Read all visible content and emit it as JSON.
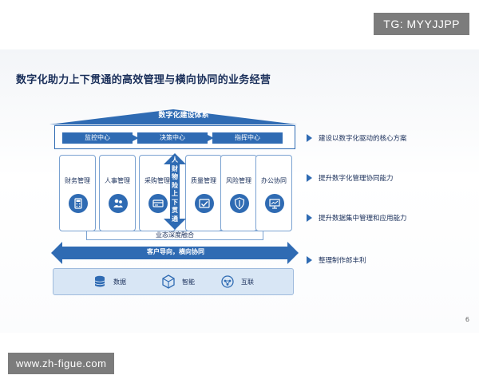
{
  "watermark_top": "TG: MYYJJPP",
  "watermark_bottom": "www.zh-figue.com",
  "title": "数字化助力上下贯通的高效管理与横向协同的业务经营",
  "roof_label": "数字化建设体系",
  "centers": [
    "监控中心",
    "决策中心",
    "指挥中心"
  ],
  "pillars": [
    {
      "label": "财务管理",
      "icon": "calculator-icon"
    },
    {
      "label": "人事管理",
      "icon": "people-icon"
    },
    {
      "label": "采购管理",
      "icon": "card-icon"
    },
    {
      "label": "质量管理",
      "icon": "quality-icon"
    },
    {
      "label": "风险管理",
      "icon": "shield-icon"
    },
    {
      "label": "办公协同",
      "icon": "presentation-icon"
    }
  ],
  "vertical_arrow_label": "人财物险上下贯通",
  "fusion_label": "业态深度融合",
  "horizontal_arrow_label": "客户导向，横向协同",
  "base": [
    {
      "label": "数据",
      "icon": "database-icon"
    },
    {
      "label": "智能",
      "icon": "cube-icon"
    },
    {
      "label": "互联",
      "icon": "link-icon"
    }
  ],
  "benefits": [
    "建设以数字化驱动的核心方案",
    "提升数字化管理协同能力",
    "提升数据集中管理和应用能力",
    "整理制作郎丰利"
  ],
  "page_number": "6",
  "colors": {
    "primary": "#2f6bb3",
    "title": "#1a2f5a",
    "base_fill": "#d8e6f5"
  }
}
